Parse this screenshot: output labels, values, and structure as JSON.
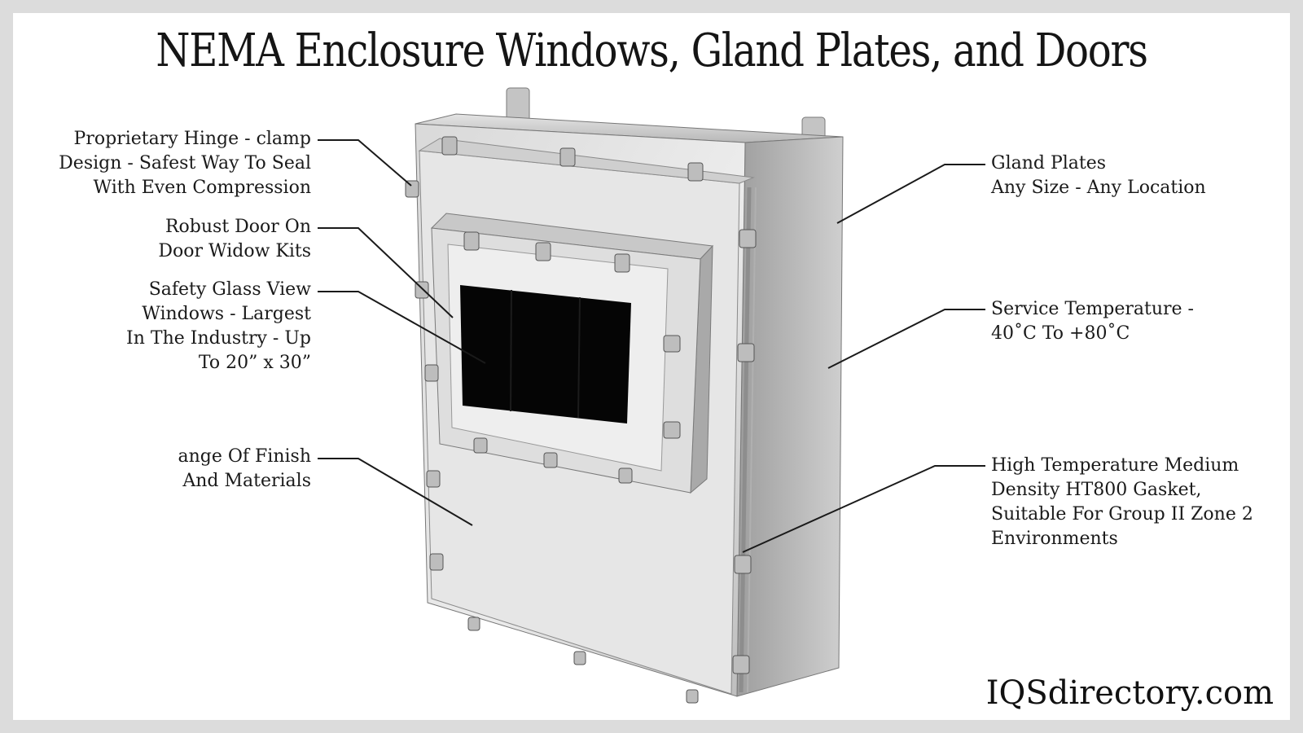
{
  "title": "NEMA Enclosure Windows, Gland Plates, and Doors",
  "brand": "IQSdirectory.com",
  "labels": {
    "hinge": [
      "Proprietary Hinge - clamp",
      "Design - Safest Way To Seal",
      "With Even Compression"
    ],
    "door": [
      "Robust Door On",
      "Door Widow Kits"
    ],
    "glass": [
      "Safety Glass View",
      "Windows - Largest",
      "In The Industry - Up",
      "To 20” x 30”"
    ],
    "finish": [
      "ange Of Finish",
      "And Materials"
    ],
    "gland": [
      "Gland Plates",
      "Any Size - Any Location"
    ],
    "temp": [
      "Service Temperature -",
      "40˚C To +80˚C"
    ],
    "gasket": [
      "High Temperature Medium",
      "Density HT800 Gasket,",
      "Suitable For Group II Zone 2",
      "Environments"
    ]
  },
  "colors": {
    "background": "#dcdcdc",
    "panel": "#ffffff",
    "text": "#1a1a1a",
    "steel": "#c9c9c9",
    "window": "#050505"
  }
}
